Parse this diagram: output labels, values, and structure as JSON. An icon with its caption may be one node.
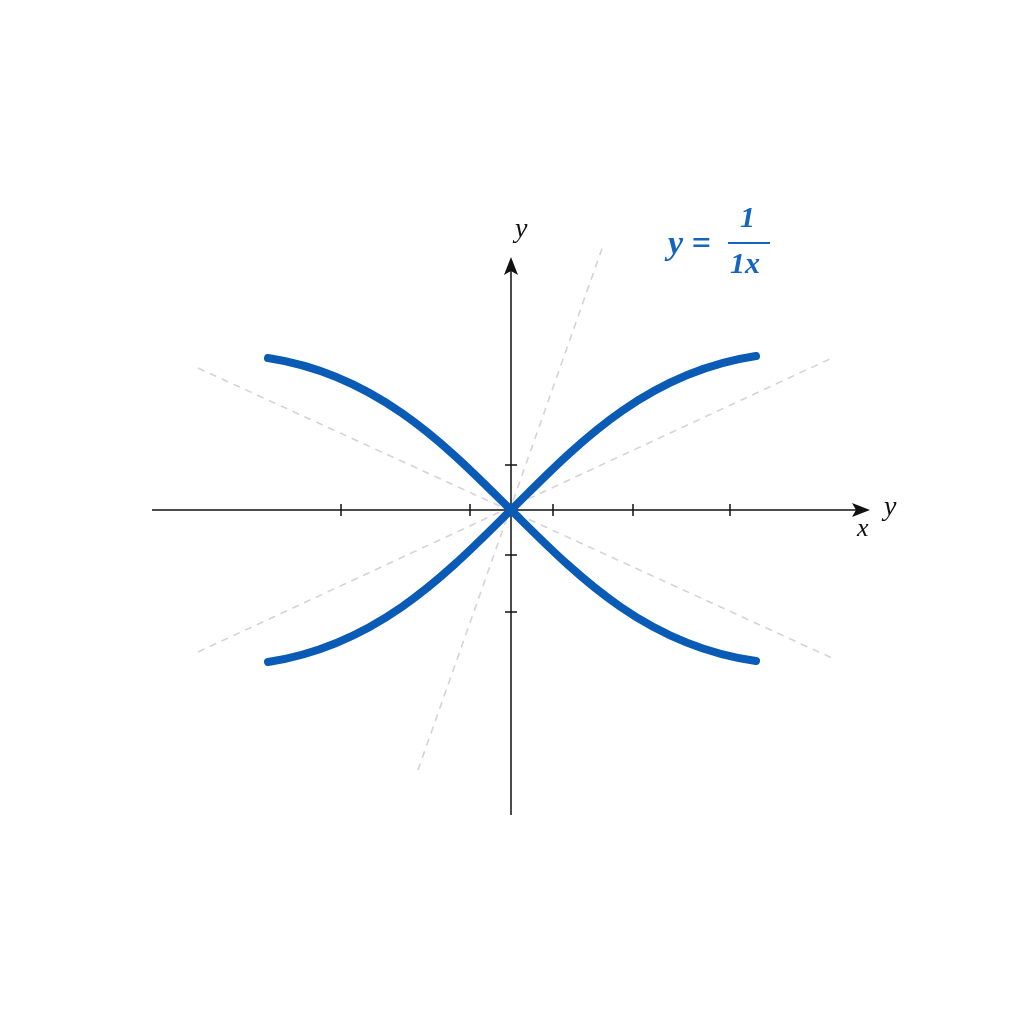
{
  "diagram": {
    "labels": [
      "y",
      "y =",
      "1",
      "1x",
      "y",
      "x"
    ]
  }
}
